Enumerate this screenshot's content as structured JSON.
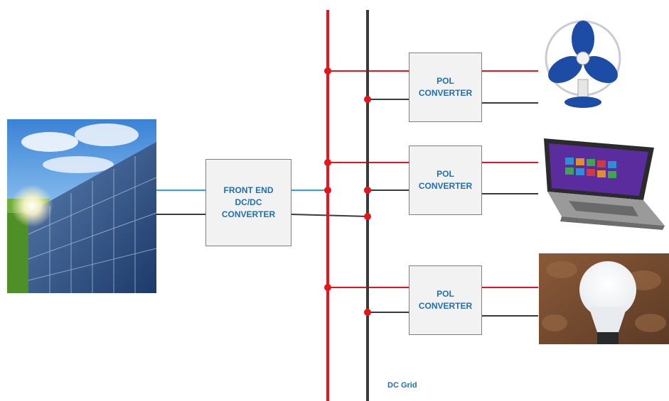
{
  "front_end": {
    "line1": "FRONT END",
    "line2": "DC/DC",
    "line3": "CONVERTER"
  },
  "pol_converters": [
    {
      "line1": "POL",
      "line2": "CONVERTER"
    },
    {
      "line1": "POL",
      "line2": "CONVERTER"
    },
    {
      "line1": "POL",
      "line2": "CONVERTER"
    }
  ],
  "grid_label": "DC Grid",
  "images": {
    "source": "solar-panel",
    "loads": [
      "desk-fan",
      "laptop",
      "led-bulb"
    ]
  },
  "colors": {
    "positive_bus": "#e8141b",
    "negative_bus": "#3a3a3a",
    "pv_positive_wire": "#2aa6e0",
    "label_text": "#1f6fb6",
    "block_fill": "#f2f2f2"
  }
}
